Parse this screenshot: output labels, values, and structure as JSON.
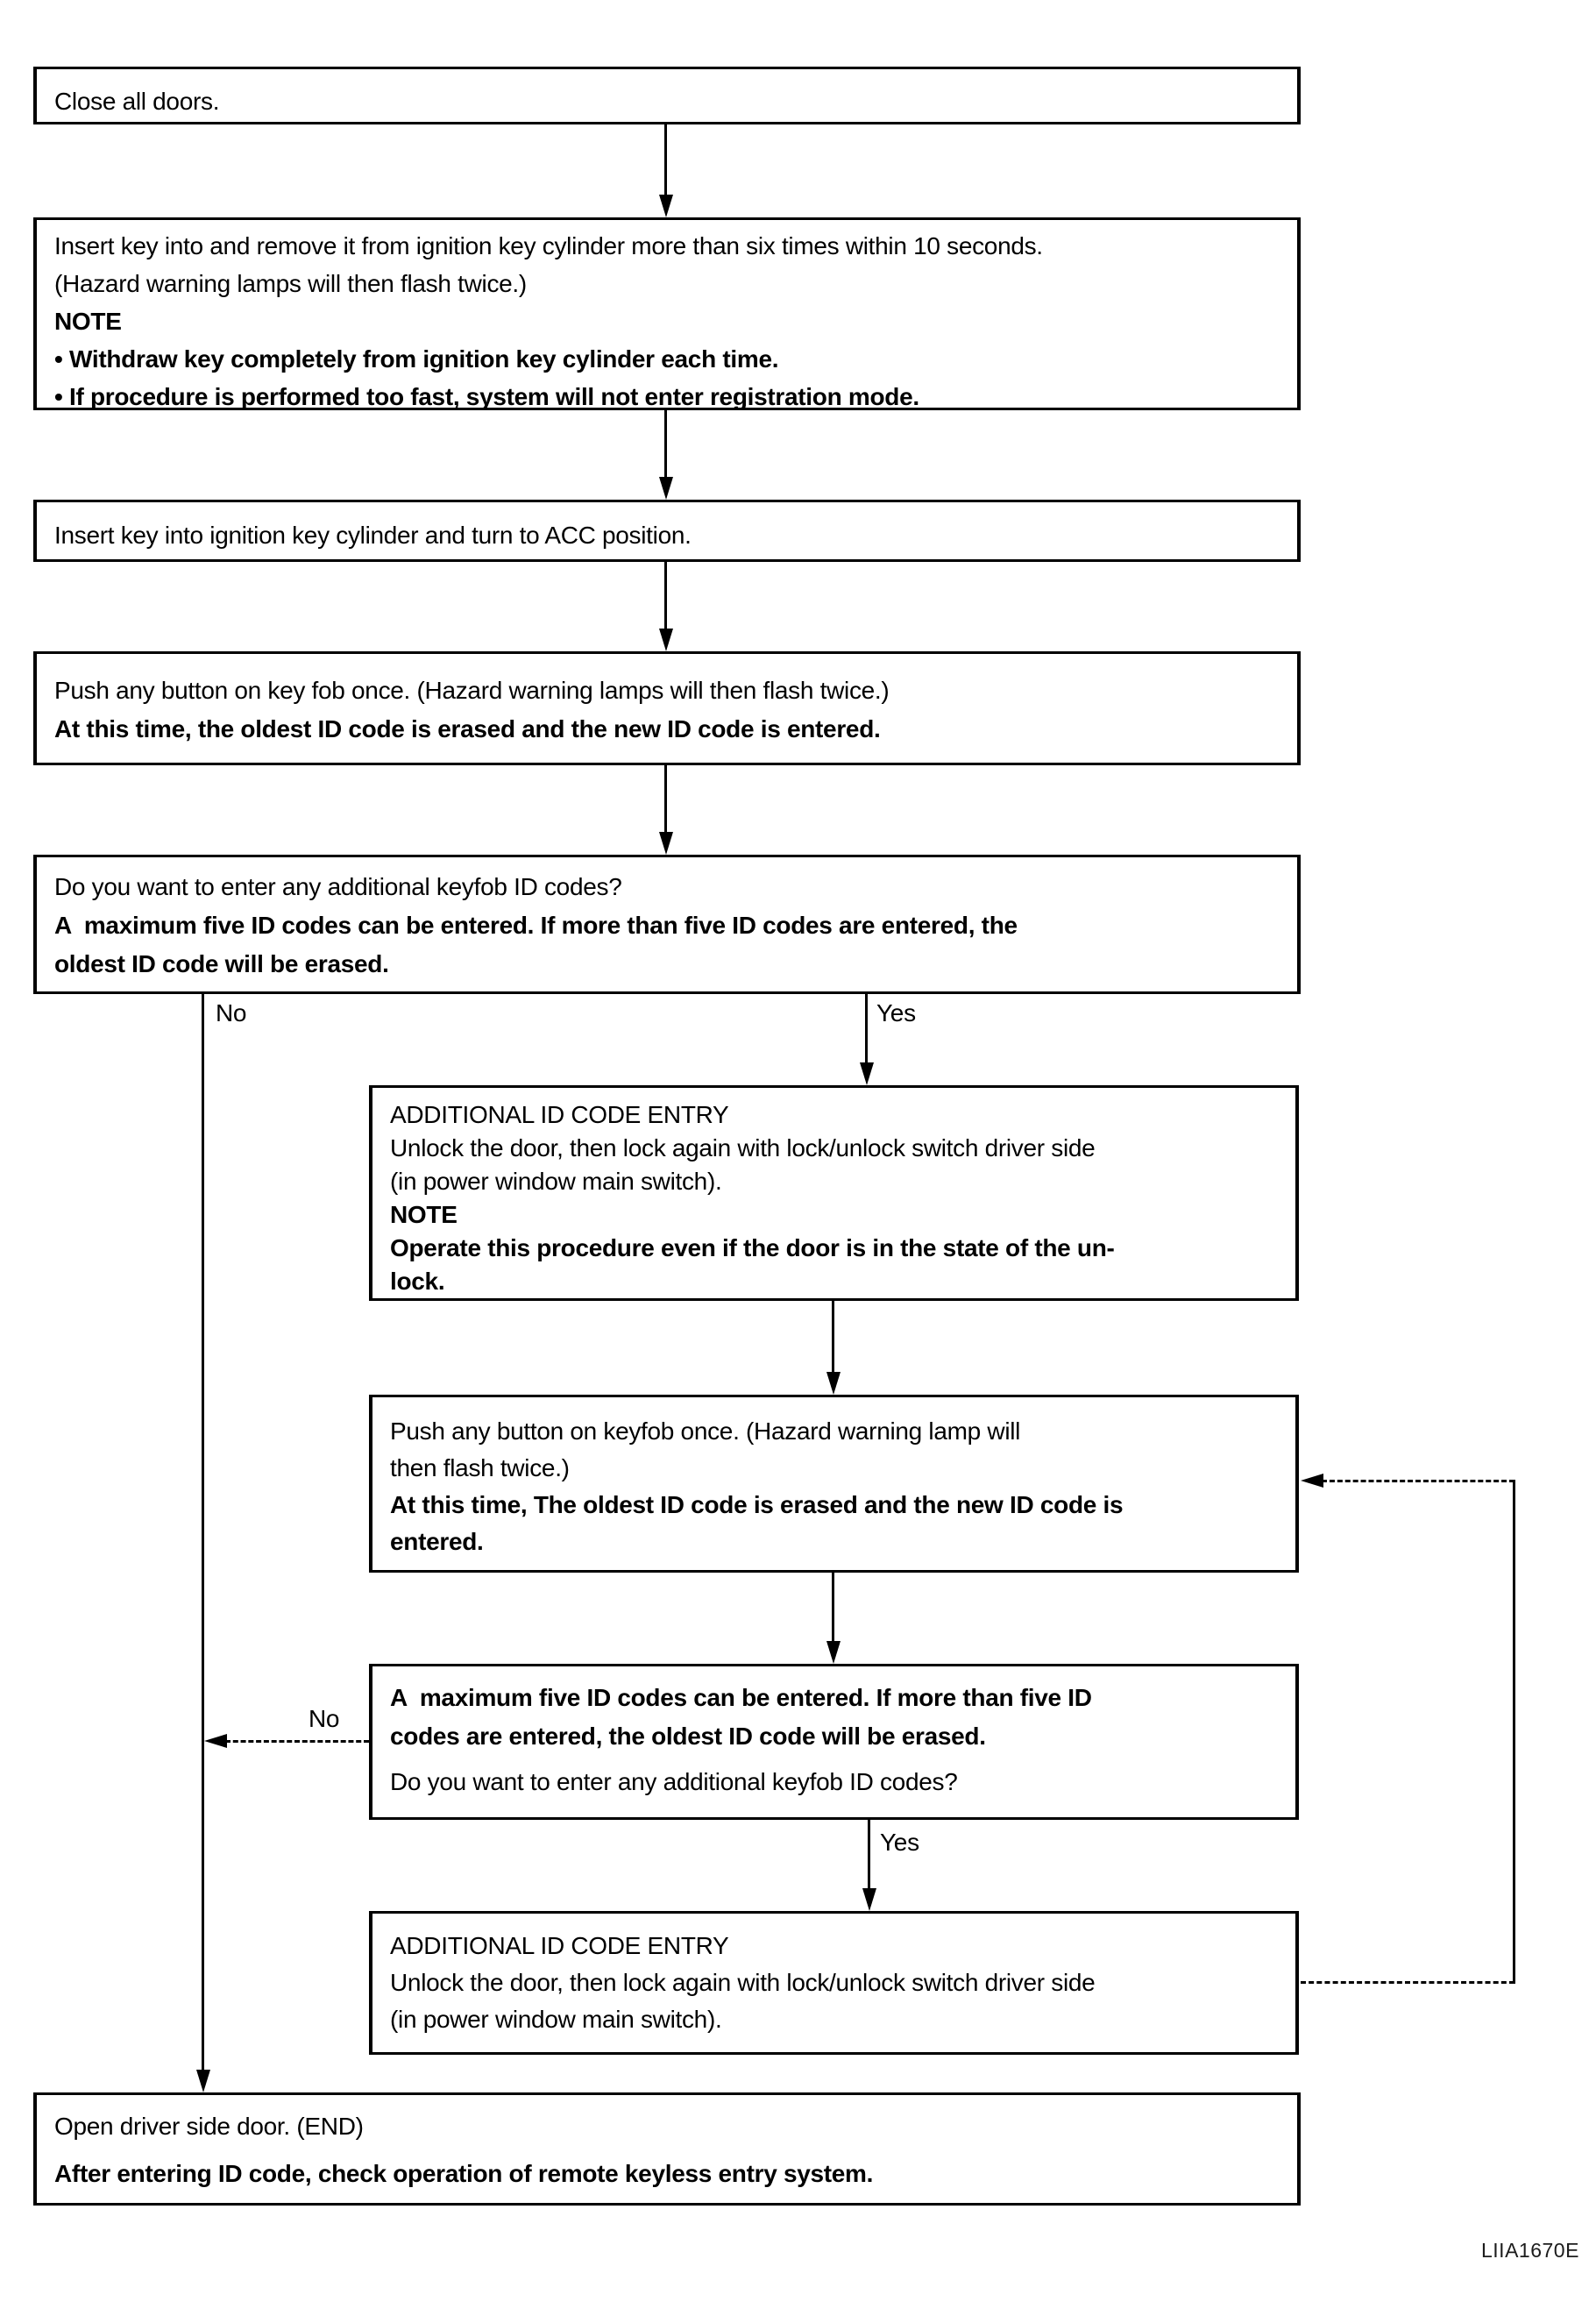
{
  "figure_code": "LIIA1670E",
  "labels": {
    "no1": "No",
    "yes1": "Yes",
    "no2": "No",
    "yes2": "Yes"
  },
  "flow": {
    "close_doors": {
      "line1": "Close all doors."
    },
    "key_insert_remove": {
      "line1": "Insert key into and remove it from ignition key cylinder more than six times within 10 seconds.",
      "line2": "(Hazard warning lamps will then flash twice.)",
      "note_label": "NOTE",
      "note1": "• Withdraw key completely from ignition key cylinder each time.",
      "note2": "• If procedure is performed too fast, system will not enter registration mode."
    },
    "key_acc": {
      "line1": "Insert key into ignition key cylinder and turn to ACC position."
    },
    "push_keyfob_first": {
      "line1": "Push any button on key fob once. (Hazard warning lamps will then flash twice.)",
      "line2": "At this time, the oldest ID code is erased and the new ID code is entered."
    },
    "additional_question": {
      "line1": "Do you want to enter any additional keyfob ID codes?",
      "line2": "A  maximum five ID codes can be entered. If more than five ID codes are entered, the",
      "line3": "oldest ID code will be erased."
    },
    "additional_entry_1": {
      "line1": "ADDITIONAL ID CODE ENTRY",
      "line2": "Unlock the door, then lock again with lock/unlock switch driver side",
      "line3": "(in power window main switch).",
      "note_label": "NOTE",
      "note1": "Operate this procedure even if the door is in the state of the un-",
      "note2": "lock."
    },
    "push_keyfob_loop": {
      "line1": "Push any button on keyfob once. (Hazard warning lamp will",
      "line2": "then flash twice.)",
      "line3": "At this time, The oldest ID code is erased and the new ID code is",
      "line4": "entered."
    },
    "max_five_question": {
      "line1": "A  maximum five ID codes can be entered. If more than five ID",
      "line2": "codes are entered, the oldest ID code will be erased.",
      "line3": "Do you want to enter any additional keyfob ID codes?"
    },
    "additional_entry_2": {
      "line1": "ADDITIONAL ID CODE ENTRY",
      "line2": "Unlock the door, then lock again with lock/unlock switch driver side",
      "line3": "(in power window main switch)."
    },
    "open_door_end": {
      "line1": "Open driver side door. (END)",
      "line2": "After entering ID code, check operation of remote keyless entry system."
    }
  }
}
